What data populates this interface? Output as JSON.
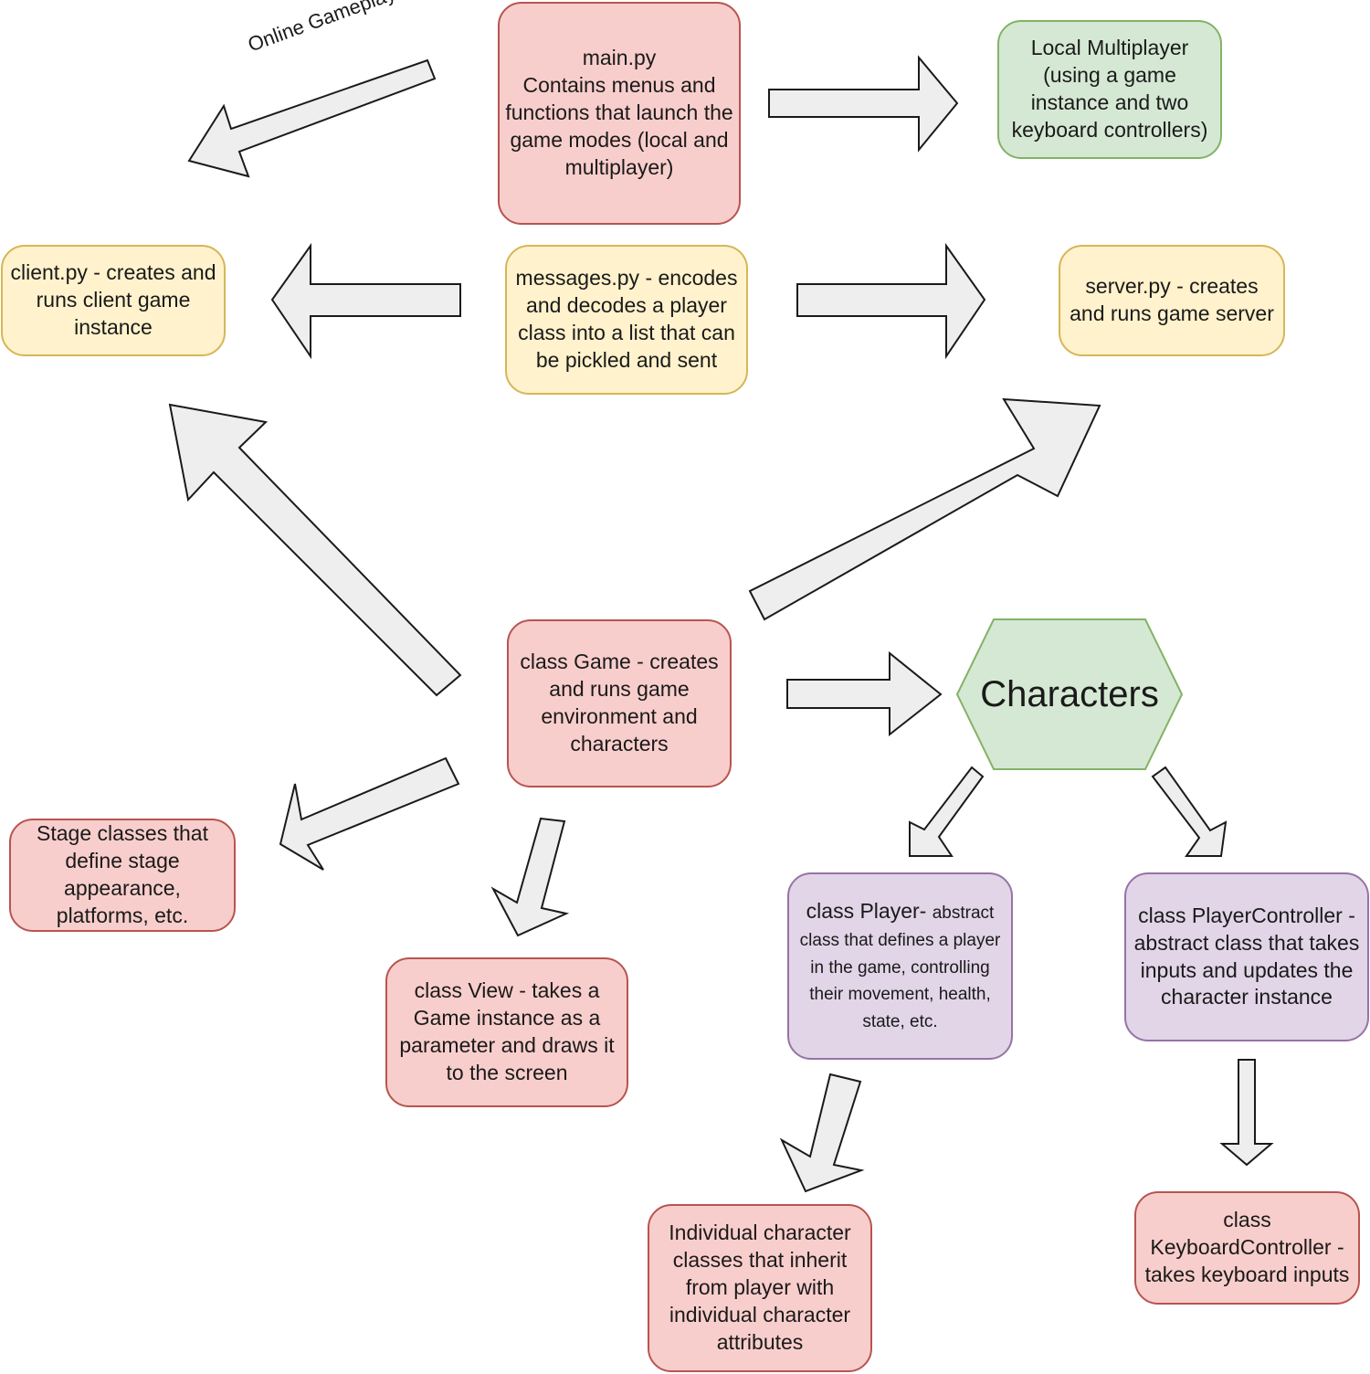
{
  "edge_label": "Online Gameplay",
  "nodes": {
    "main": "main.py\nContains menus and functions that launch the game modes (local and multiplayer)",
    "local_multiplayer": "Local Multiplayer (using a game instance and two keyboard controllers)",
    "client": "client.py - creates and runs client game instance",
    "messages": "messages.py - encodes and decodes a player class into a list that can be pickled and sent",
    "server": "server.py - creates and runs game server",
    "game": "class Game - creates and runs game environment and characters",
    "characters": "Characters",
    "stage": "Stage classes that define stage appearance, platforms, etc.",
    "view": "class View - takes a Game instance as a parameter and draws it to the screen",
    "player_title": "class Player-",
    "player_desc": "abstract class that defines a player in the game, controlling their movement, health, state, etc.",
    "player_controller": "class PlayerController - abstract class that takes inputs and updates the character instance",
    "individual": "Individual character classes that inherit from player with individual character attributes",
    "keyboard": "class KeyboardController - takes keyboard inputs"
  },
  "colors": {
    "red_fill": "#f8cecc",
    "yellow_fill": "#fff2cc",
    "green_fill": "#d5e8d4",
    "purple_fill": "#e1d5e7",
    "arrow_fill": "#eeeeee"
  }
}
